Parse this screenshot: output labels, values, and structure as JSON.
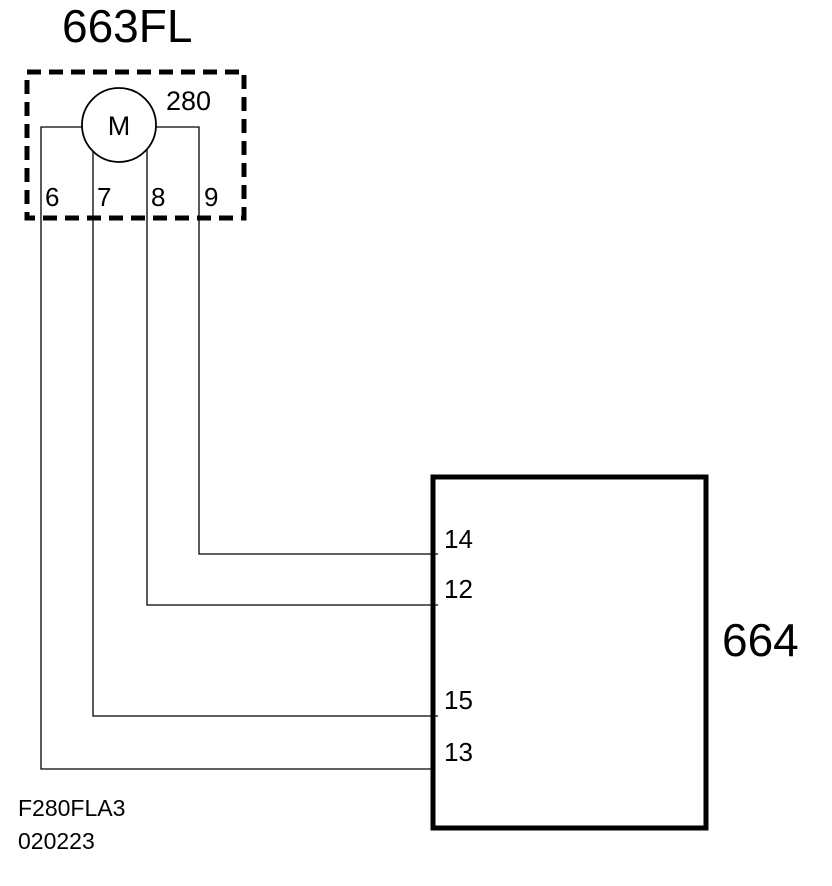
{
  "motor_unit": {
    "name": "663FL",
    "motor_symbol": "M",
    "circuit": "280",
    "pins": [
      "6",
      "7",
      "8",
      "9"
    ]
  },
  "control_unit": {
    "name": "664",
    "pins": [
      "14",
      "12",
      "15",
      "13"
    ]
  },
  "reference": {
    "line1": "F280FLA3",
    "line2": "020223"
  },
  "colors": {
    "ink": "#000000",
    "background": "#ffffff"
  }
}
